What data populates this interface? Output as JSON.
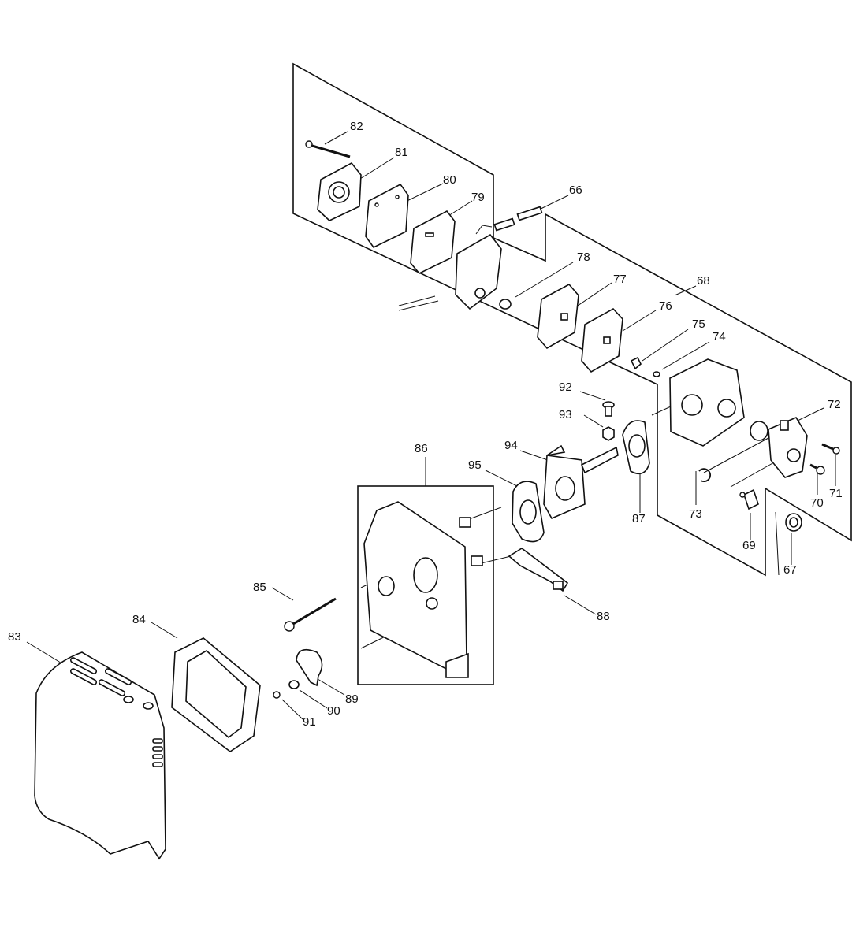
{
  "labels": {
    "p66": "66",
    "p67": "67",
    "p68": "68",
    "p69": "69",
    "p70": "70",
    "p71": "71",
    "p72": "72",
    "p73": "73",
    "p74": "74",
    "p75": "75",
    "p76": "76",
    "p77": "77",
    "p78": "78",
    "p79": "79",
    "p80": "80",
    "p81": "81",
    "p82": "82",
    "p83": "83",
    "p84": "84",
    "p85": "85",
    "p86": "86",
    "p87": "87",
    "p88": "88",
    "p89": "89",
    "p90": "90",
    "p91": "91",
    "p92": "92",
    "p93": "93",
    "p94": "94",
    "p95": "95"
  }
}
